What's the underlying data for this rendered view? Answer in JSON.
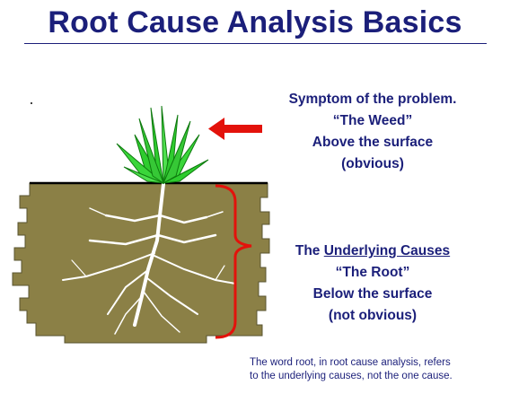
{
  "title": "Root Cause Analysis Basics",
  "symptom": {
    "line1": "Symptom of the problem.",
    "line2": "“The Weed”",
    "line3": "Above the surface",
    "line4": "(obvious)"
  },
  "causes": {
    "line1_prefix": "The ",
    "line1_underlined": "Underlying Causes",
    "line2": "“The Root”",
    "line3": "Below the surface",
    "line4": "(not obvious)"
  },
  "footnote": {
    "line1": "The word root, in root cause analysis, refers",
    "line2": "to the underlying causes, not the one cause."
  },
  "colors": {
    "title": "#1b1f7a",
    "soil": "#8b8046",
    "weed": "#2ecc2e",
    "arrow": "#e3120b",
    "root": "#ffffff"
  }
}
